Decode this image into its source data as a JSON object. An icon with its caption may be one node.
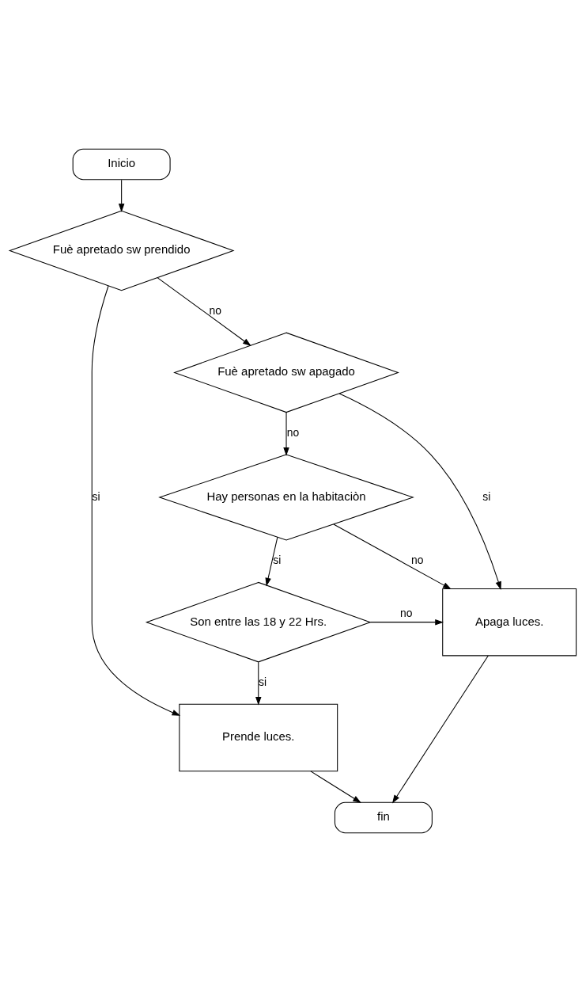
{
  "diagram": {
    "nodes": [
      {
        "text": [
          "Inicio"
        ]
      },
      {
        "text": [
          "Fuè apretado sw prendido"
        ]
      },
      {
        "text": [
          "Fuè apretado sw apagado"
        ]
      },
      {
        "text": [
          "Hay personas en la habitaciòn"
        ]
      },
      {
        "text": [
          "Son entre las 18 y 22 Hrs."
        ]
      },
      {
        "text": [
          "Apaga luces."
        ]
      },
      {
        "text": [
          "Prende luces."
        ]
      },
      {
        "text": [
          "fin"
        ]
      }
    ],
    "edges": [
      {
        "from": 0,
        "to": 1,
        "arrow": "to"
      },
      {
        "from": 1,
        "to": 2,
        "arrow": "to",
        "label": "no"
      },
      {
        "from": 1,
        "to": 6,
        "arrow": "to",
        "label": "si"
      },
      {
        "from": 2,
        "to": 5,
        "arrow": "to",
        "label": "si"
      },
      {
        "from": 2,
        "to": 3,
        "arrow": "to",
        "label": "no"
      },
      {
        "from": 3,
        "to": 5,
        "arrow": "to",
        "label": "no"
      },
      {
        "from": 3,
        "to": 4,
        "arrow": "to",
        "label": "si"
      },
      {
        "from": 4,
        "to": 5,
        "arrow": "to",
        "label": "no"
      },
      {
        "from": 4,
        "to": 6,
        "arrow": "to",
        "label": "si"
      },
      {
        "from": 5,
        "to": 7,
        "arrow": "to"
      },
      {
        "from": 6,
        "to": 7,
        "arrow": "to"
      }
    ]
  }
}
